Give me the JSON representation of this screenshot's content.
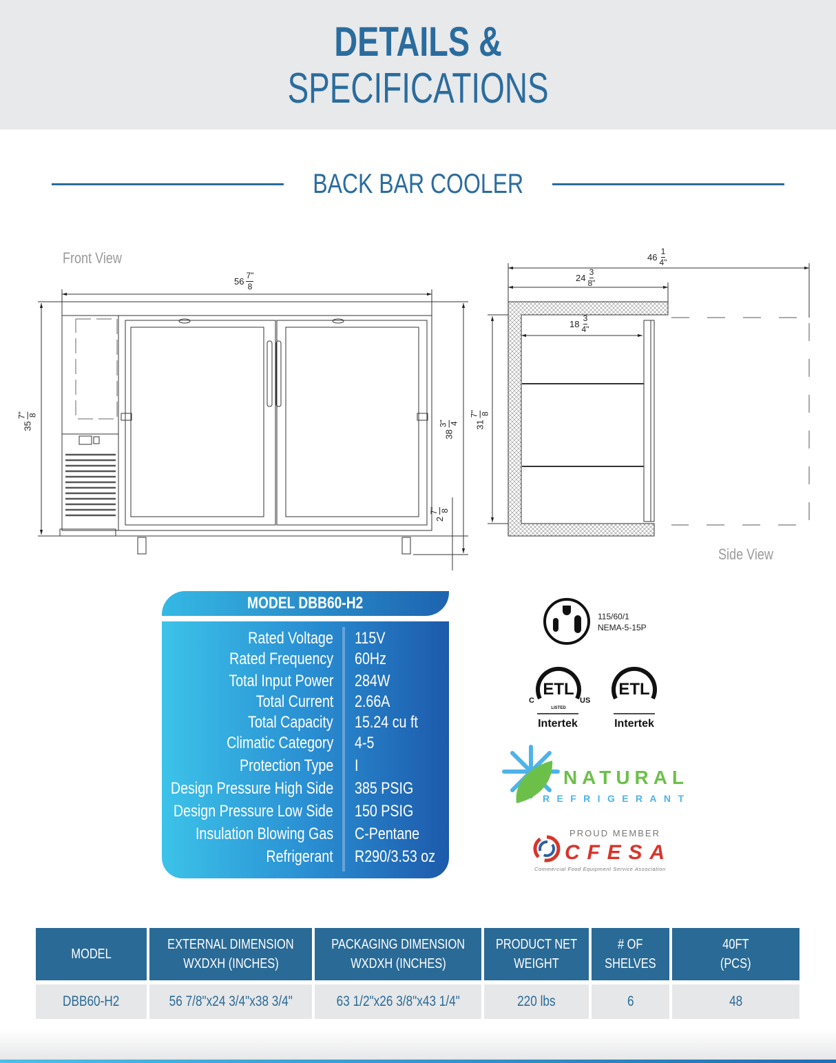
{
  "header": {
    "title_line1": "DETAILS &",
    "title_line2": "SPECIFICATIONS"
  },
  "subtitle": "BACK BAR COOLER",
  "front_view": {
    "label": "Front View",
    "width": {
      "whole": "56",
      "num": "7\"",
      "den": "8"
    },
    "height_body": {
      "whole": "35",
      "num": "7\"",
      "den": "8"
    },
    "height_total": {
      "whole": "38",
      "num": "3\"",
      "den": "4"
    },
    "caster_height": {
      "whole": "2",
      "num": "7\"",
      "den": "8"
    }
  },
  "side_view": {
    "label": "Side View",
    "depth_open": {
      "whole": "46",
      "num": "1",
      "den": "4\""
    },
    "depth": {
      "whole": "24",
      "num": "3",
      "den": "8\""
    },
    "interior_depth": {
      "whole": "18",
      "num": "3",
      "den": "4\""
    },
    "interior_height": {
      "whole": "31",
      "num": "7\"",
      "den": "8"
    }
  },
  "spec_panel": {
    "title": "MODEL DBB60-H2",
    "rows": [
      {
        "label": "Rated  Voltage",
        "value": "115V"
      },
      {
        "label": "Rated  Frequency",
        "value": "60Hz"
      },
      {
        "label": "Total Input Power",
        "value": "284W"
      },
      {
        "label": "Total Current",
        "value": "2.66A"
      },
      {
        "label": "Total Capacity",
        "value": "15.24 cu ft"
      },
      {
        "label": "Climatic Category",
        "value": "4-5"
      },
      {
        "label": "Protection Type",
        "value": "I"
      },
      {
        "label": "Design Pressure High Side",
        "value": "385 PSIG"
      },
      {
        "label": "Design Pressure Low Side",
        "value": "150 PSIG"
      },
      {
        "label": "Insulation Blowing Gas",
        "value": "C-Pentane"
      },
      {
        "label": "Refrigerant",
        "value": "R290/3.53 oz"
      }
    ]
  },
  "plug": {
    "line1": "115/60/1",
    "line2": "NEMA-5-15P",
    "icon": "nema-5-15-plug-icon"
  },
  "certifications": {
    "etl_left": {
      "c": "C",
      "us": "US",
      "listed": "LISTED",
      "brand": "Intertek",
      "mark": "ETL"
    },
    "etl_right": {
      "brand": "Intertek",
      "mark": "ETL"
    },
    "natural": {
      "line1": "NATURAL",
      "line2": "REFRIGERANT"
    },
    "cfesa": {
      "top": "PROUD MEMBER",
      "name": "CFESA",
      "full": "Commercial Food Equipment Service Association"
    }
  },
  "colors": {
    "brand_blue": "#2a6c9e",
    "panel_light": "#3cc3e9",
    "panel_dark": "#1d5aab",
    "table_header": "#2a6a96",
    "table_row": "#e6e7e9"
  },
  "table": {
    "headers": [
      [
        "MODEL"
      ],
      [
        "EXTERNAL DIMENSION",
        "WXDXH (INCHES)"
      ],
      [
        "PACKAGING DIMENSION",
        "WXDXH (INCHES)"
      ],
      [
        "PRODUCT NET",
        "WEIGHT"
      ],
      [
        "# OF",
        "SHELVES"
      ],
      [
        "40FT",
        "(PCS)"
      ]
    ],
    "rows": [
      [
        "DBB60-H2",
        "56 7/8\"x24 3/4\"x38 3/4\"",
        "63 1/2\"x26 3/8\"x43 1/4\"",
        "220 lbs",
        "6",
        "48"
      ]
    ]
  }
}
